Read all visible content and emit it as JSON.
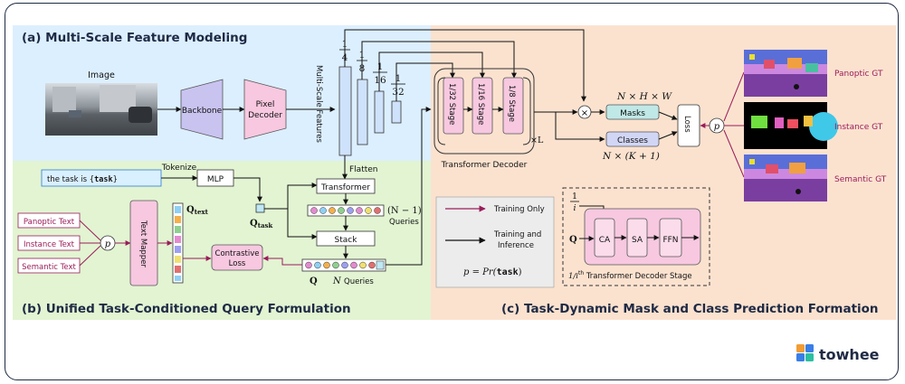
{
  "sections": {
    "a": "(a) Multi-Scale Feature Modeling",
    "b": "(b) Unified Task-Conditioned Query Formulation",
    "c": "(c) Task-Dynamic Mask and Class Prediction Formation"
  },
  "left": {
    "image_label": "Image",
    "backbone": "Backbone",
    "pixel_decoder_1": "Pixel",
    "pixel_decoder_2": "Decoder",
    "msf_label": "Multi-Scale Features",
    "scales": [
      "1",
      "4",
      "1",
      "8",
      "1",
      "16",
      "1",
      "32"
    ],
    "flatten": "Flatten"
  },
  "task": {
    "prompt_prefix": "the task is {",
    "prompt_token": "task",
    "prompt_suffix": "}",
    "tokenize": "Tokenize",
    "mlp": "MLP",
    "q_task_main": "Q",
    "q_task_sub": "task"
  },
  "texts": {
    "panoptic": "Panoptic Text",
    "instance": "Instance Text",
    "semantic": "Semantic Text",
    "p": "p",
    "text_mapper": "Text Mapper",
    "q_text_main": "Q",
    "q_text_sub": "text"
  },
  "middle": {
    "transformer": "Transformer",
    "n1_queries_math": "(N − 1)",
    "n1_queries_label": "Queries",
    "stack": "Stack",
    "contrastive_1": "Contrastive",
    "contrastive_2": "Loss",
    "q_label": "Q",
    "n_queries_math": "N",
    "n_queries_label": "Queries"
  },
  "decoder": {
    "stages": [
      "1/32 Stage",
      "1/16 Stage",
      "1/8 Stage"
    ],
    "xl": "×L",
    "label": "Transformer Decoder"
  },
  "right": {
    "nhw": "N × H × W",
    "masks": "Masks",
    "classes": "Classes",
    "nk1": "N × (K + 1)",
    "loss": "Loss",
    "p": "p",
    "panoptic_gt": "Panoptic GT",
    "instance_gt": "Instance GT",
    "semantic_gt": "Semantic GT",
    "times": "×"
  },
  "legend": {
    "training_only": "Training Only",
    "training_inference_1": "Training and",
    "training_inference_2": "Inference",
    "prob_prefix": "p = Pr(",
    "prob_token": "task",
    "prob_suffix": ")"
  },
  "stage_detail": {
    "frac_num": "1",
    "frac_den": "i",
    "q": "Q",
    "ca": "CA",
    "sa": "SA",
    "ffn": "FFN",
    "caption_prefix": "1/i",
    "caption_sup": "th",
    "caption_suffix": " Transformer Decoder Stage"
  },
  "brand": {
    "name": "towhee"
  },
  "colors": {
    "panel_a": "#dcefff",
    "panel_b": "#e2f4d2",
    "panel_c": "#fbe2cf",
    "backbone": "#c9c3f0",
    "pixel_decoder": "#f7c8e0",
    "feature_blue": "#cfe2fb",
    "stage_pink": "#f7c8e0",
    "masks_teal": "#bfe8e6",
    "classes_lav": "#d2d6f5",
    "mapper_pink": "#f7c8e0",
    "maroon": "#9a1c5a"
  }
}
